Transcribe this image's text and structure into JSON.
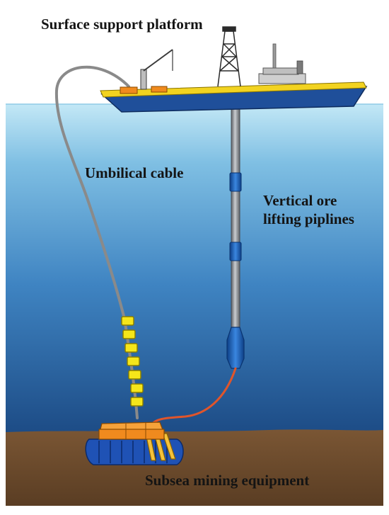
{
  "labels": {
    "surface_platform": "Surface support platform",
    "umbilical_cable": "Umbilical cable",
    "vertical_pipeline_line1": "Vertical ore",
    "vertical_pipeline_line2": "lifting piplines",
    "subsea_equipment": "Subsea mining equipment"
  },
  "colors": {
    "sky": "#ffffff",
    "water_top": "#b9e4f4",
    "water_mid": "#3d8ac4",
    "water_bottom": "#1c4f8a",
    "seabed": "#6b4a2c",
    "ship_hull": "#1f4f9a",
    "ship_deck": "#f2d320",
    "cable": "#8a8a8a",
    "buoys": "#f5e61a",
    "pipe": "#8c9096",
    "pipe_joint": "#1a66c0",
    "hose": "#e0552b",
    "crawler_body": "#f08a1e",
    "crawler_tracks": "#1f52b5"
  }
}
